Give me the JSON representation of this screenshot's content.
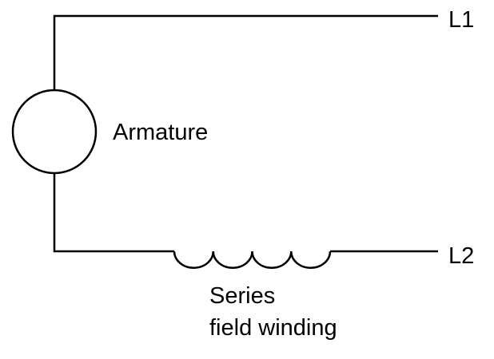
{
  "labels": {
    "terminal_top": "L1",
    "terminal_bottom": "L2",
    "armature": "Armature",
    "series_field_line1": "Series",
    "series_field_line2": "field winding"
  },
  "colors": {
    "line": "#000000",
    "background": "#ffffff"
  },
  "components": {
    "series_field_coil_turns": 4
  }
}
